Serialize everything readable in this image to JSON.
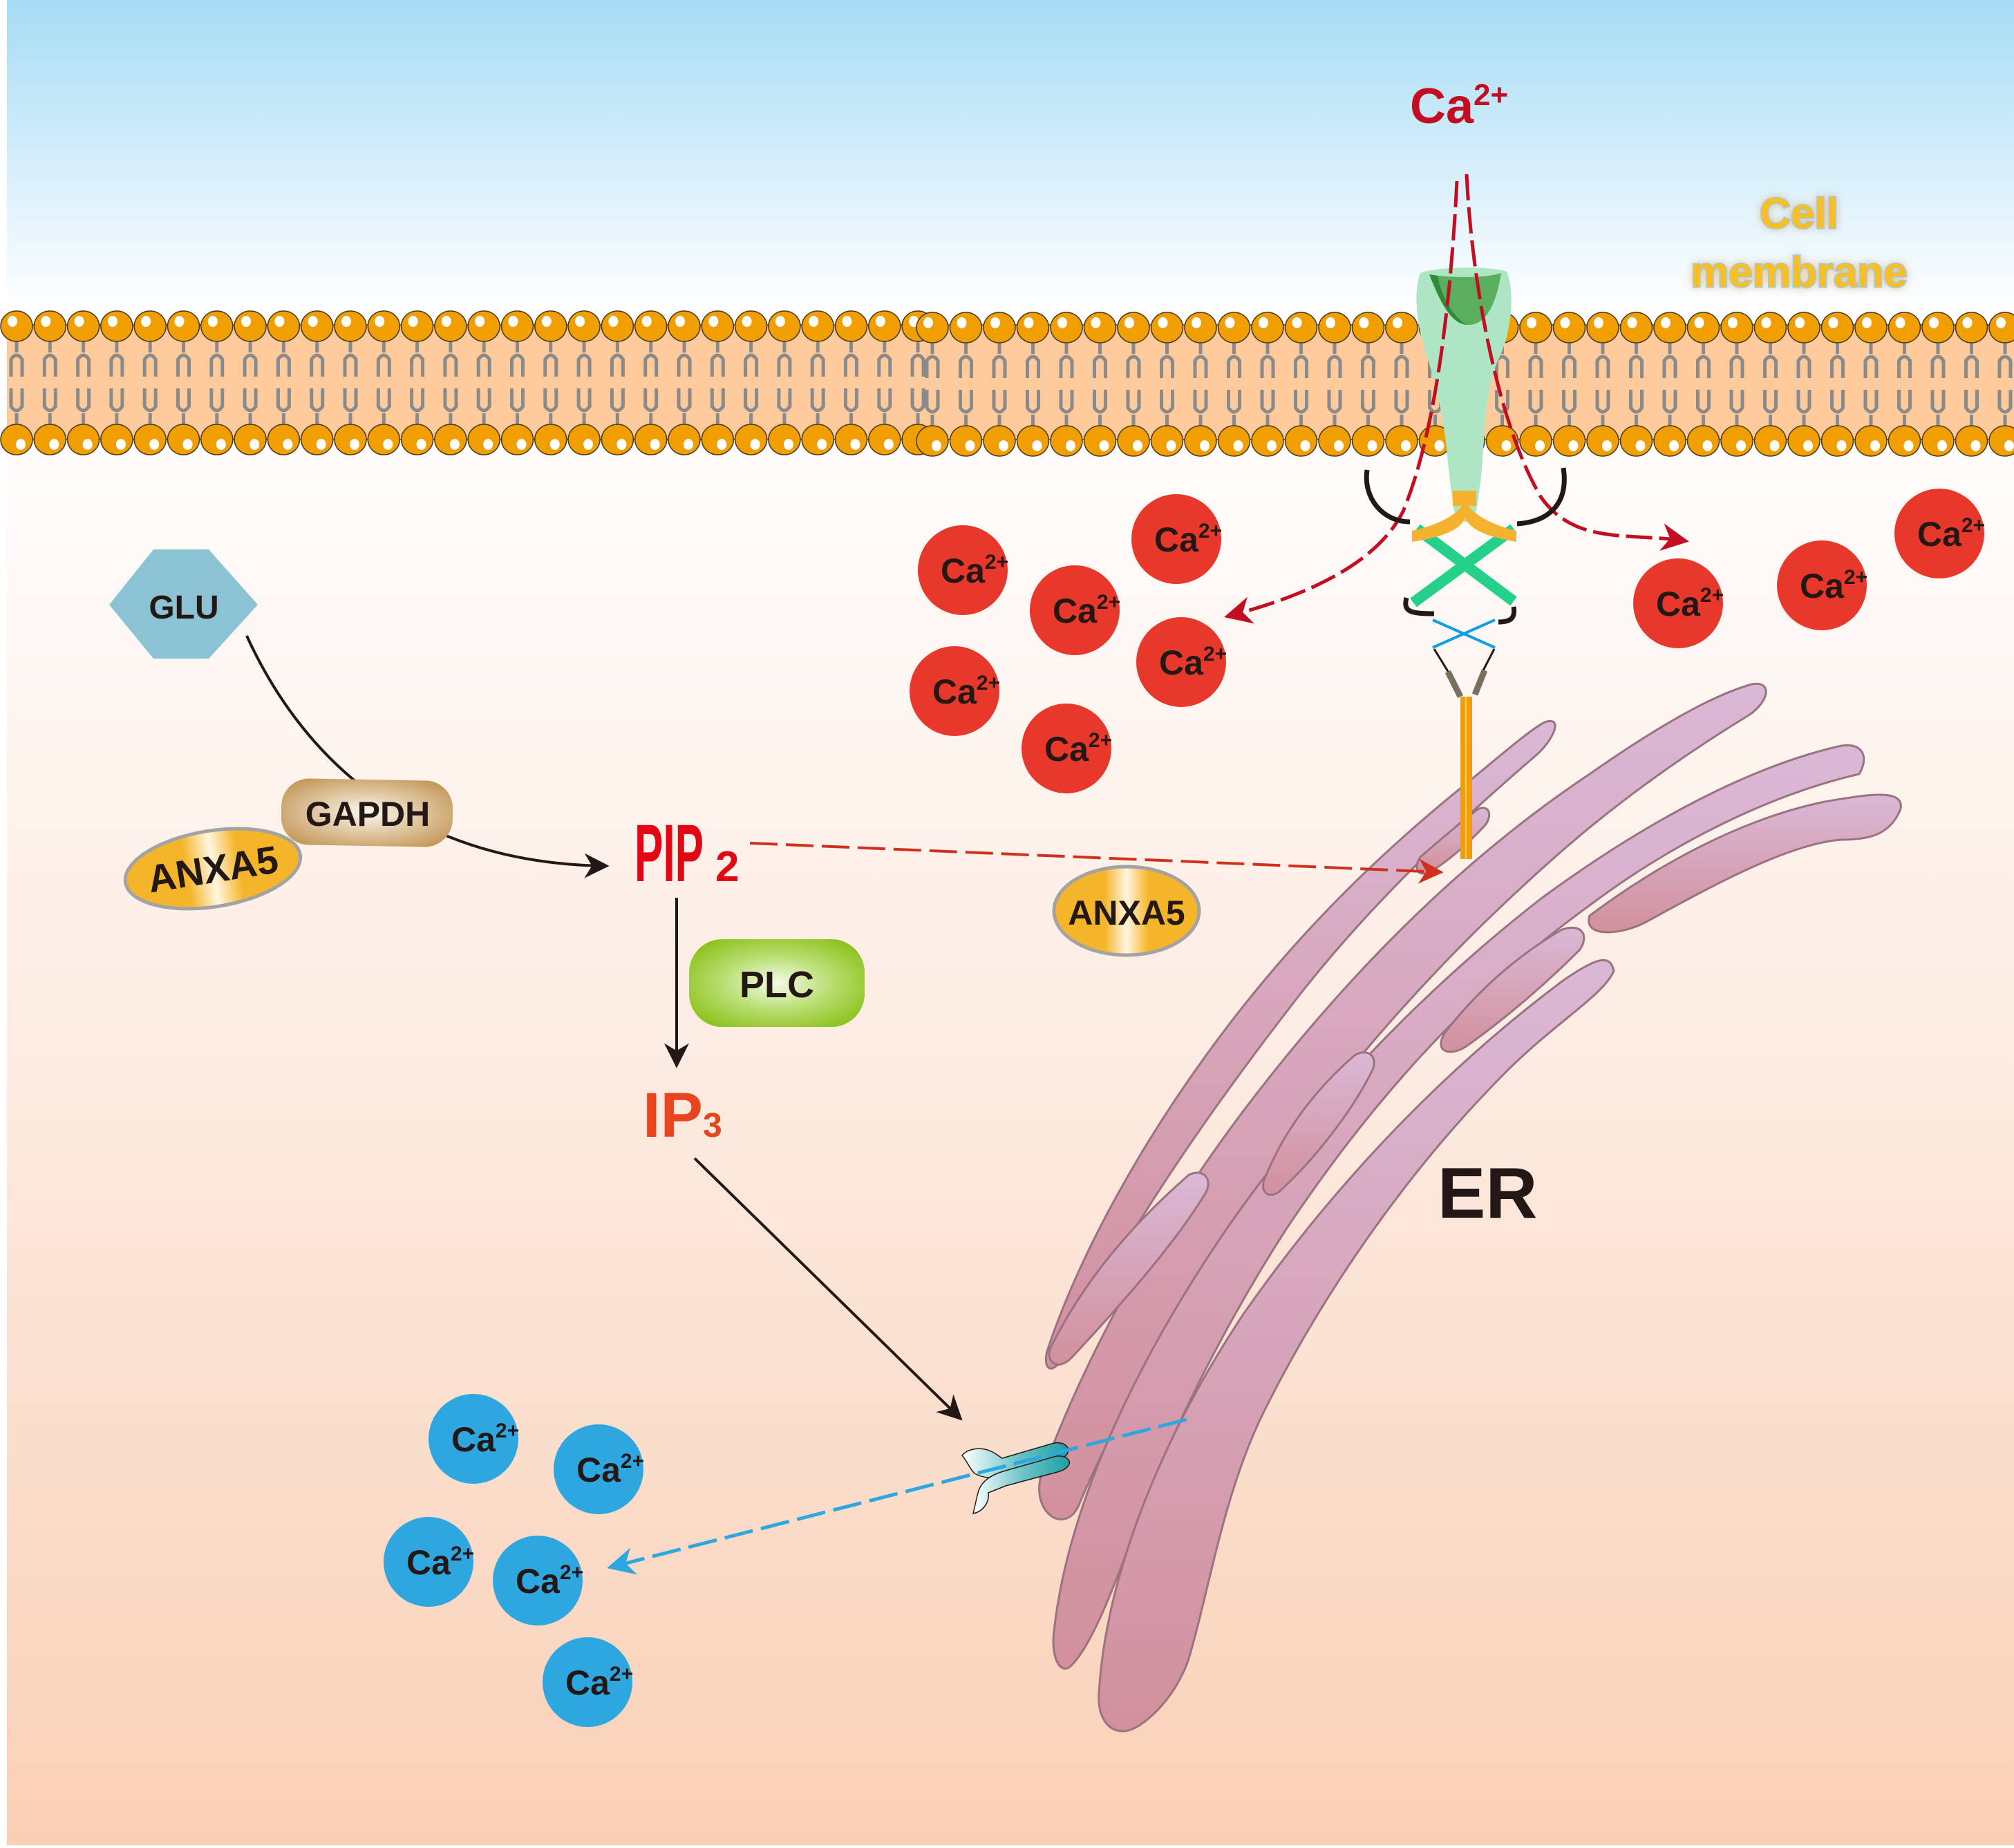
{
  "figure": {
    "title": "GLU-induced Ca2+ signaling via PIP2/IP3 and ER",
    "colors": {
      "extracellular_top": "#a6dcf5",
      "extracellular_bottom": "#ffffff",
      "cytoplasm_top": "#fffcfa",
      "cytoplasm_bottom": "#f9d0b5",
      "lipid_head": "#f09e00",
      "lipid_tail": "#8a8a8a",
      "membrane_core": "#ffcb9c",
      "channel_light": "#aee6c4",
      "channel_dark": "#3e9f48",
      "er_fill_top": "#d9b6d2",
      "er_fill_bottom": "#d4909e",
      "er_stroke": "#9a7280",
      "red_ion": "#e8382b",
      "blue_ion": "#2ea7e0",
      "pip2_red": "#e30613",
      "ip3_orange": "#e8441e",
      "dark_red_arrow": "#c30d23",
      "glu_hex": "#8bc3d4",
      "plc_green": "#8dc21f",
      "anxa5_gold": "#f5b52a",
      "gapdh_tan": "#c49a5c"
    }
  },
  "labels": {
    "extracellular_ca_base": "Ca",
    "extracellular_ca_charge": "2+",
    "cell_membrane_line1": "Cell",
    "cell_membrane_line2": "membrane",
    "glu": "GLU",
    "gapdh": "GAPDH",
    "anxa5_left": "ANXA5",
    "anxa5_right": "ANXA5",
    "pip2_base": "PIP",
    "pip2_sub": "2",
    "plc": "PLC",
    "ip3_base": "IP",
    "ip3_sub": "3",
    "er": "ER"
  },
  "ions": {
    "base": "Ca",
    "charge": "2+",
    "red_cluster_count": 9,
    "blue_cluster_count": 5
  }
}
